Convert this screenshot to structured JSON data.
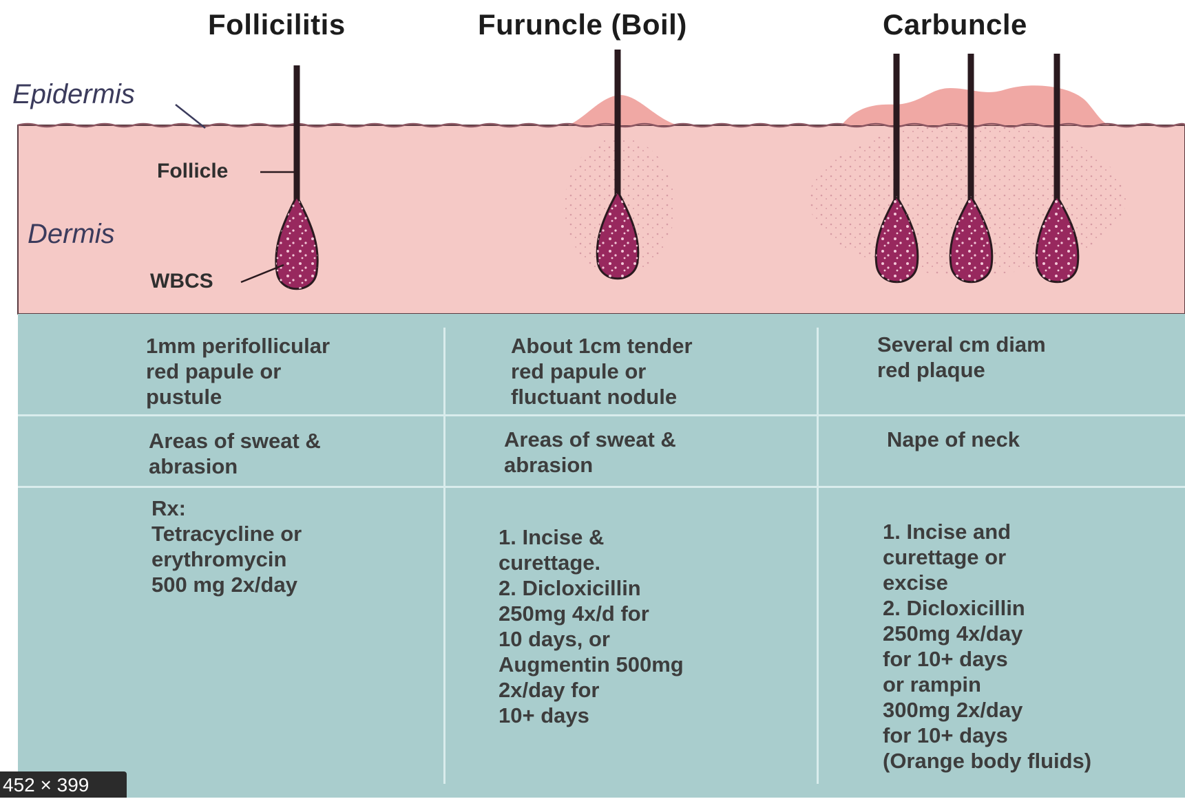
{
  "titles": {
    "folliculitis": "Follicilitis",
    "furuncle": "Furuncle (Boil)",
    "carbuncle": "Carbuncle"
  },
  "layers": {
    "epidermis": "Epidermis",
    "dermis": "Dermis"
  },
  "callouts": {
    "follicle": "Follicle",
    "wbcs": "WBCS"
  },
  "rows": [
    {
      "folliculitis": "1mm perifollicular\nred papule or\npustule",
      "furuncle": "About 1cm tender\nred papule or\nfluctuant nodule",
      "carbuncle": "Several cm diam\nred plaque"
    },
    {
      "folliculitis": "Areas of sweat &\nabrasion",
      "furuncle": "Areas of sweat &\nabrasion",
      "carbuncle": "Nape of neck"
    },
    {
      "folliculitis": "Rx:\nTetracycline or\nerythromycin\n500 mg 2x/day",
      "furuncle": "1. Incise &\n    curettage.\n2. Dicloxicillin\n    250mg 4x/d for\n    10 days, or\nAugmentin 500mg\n    2x/day for\n    10+ days",
      "carbuncle": "1. Incise and\n    curettage or\n    excise\n2. Dicloxicillin\n    250mg 4x/day\n    for 10+ days\n    or rampin\n    300mg 2x/day\n    for 10+ days\n(Orange body fluids)"
    }
  ],
  "badge": "452 × 399",
  "colors": {
    "dermis": "#f5c9c6",
    "epidermis_bump": "#f0a8a4",
    "follicle_fill": "#98285e",
    "table_bg": "#a9cdcd",
    "separator": "#d9ecec"
  },
  "icons": [
    "hair-shaft-icon",
    "follicle-bulb-icon"
  ]
}
